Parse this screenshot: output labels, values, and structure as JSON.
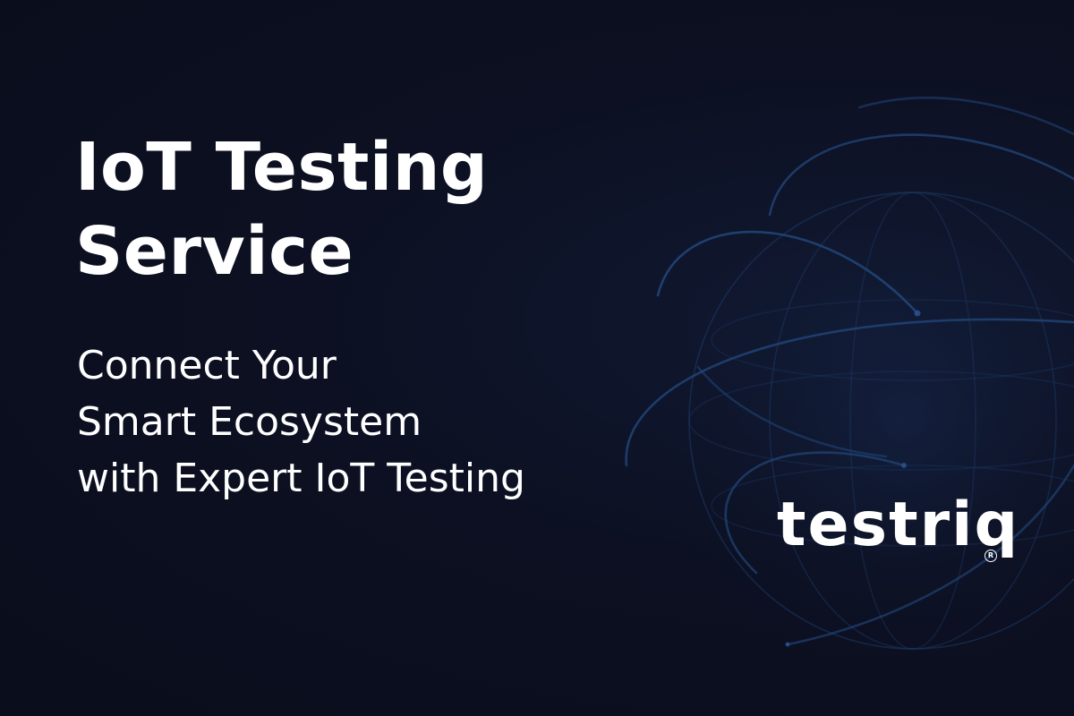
{
  "banner": {
    "title_line1": "IoT Testing",
    "title_line2": "Service",
    "subtitle_line1": "Connect Your",
    "subtitle_line2": "Smart Ecosystem",
    "subtitle_line3": "with Expert IoT Testing",
    "logo_text": "testriq",
    "logo_mark": "R"
  },
  "colors": {
    "background": "#0b0e1d",
    "text": "#ffffff",
    "globe_lines": "#1d3a66"
  },
  "icons": {
    "background_graphic": "wireframe-globe-icon",
    "registered_mark": "registered-trademark-icon"
  }
}
